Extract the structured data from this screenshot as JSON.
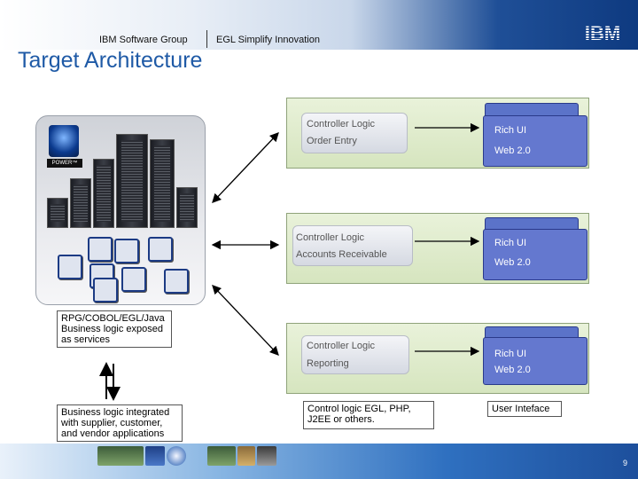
{
  "header": {
    "left_text": "IBM Software Group",
    "right_text": "EGL Simplify Innovation",
    "logo": "IBM"
  },
  "title": "Target Architecture",
  "server_panel": {
    "badge_text": "POWER™",
    "caption": "RPG/COBOL/EGL/Java Business logic exposed as services"
  },
  "business_box": "Business logic integrated with supplier, customer, and vendor applications",
  "rows": [
    {
      "controller_line1": "Controller Logic",
      "controller_line2": "Order Entry",
      "rich_line1": "Rich UI",
      "rich_line2": "Web 2.0"
    },
    {
      "controller_line1": "Controller Logic",
      "controller_line2": "Accounts Receivable",
      "rich_line1": "Rich UI",
      "rich_line2": "Web 2.0"
    },
    {
      "controller_line1": "Controller Logic",
      "controller_line2": "Reporting",
      "rich_line1": "Rich UI",
      "rich_line2": "Web 2.0"
    }
  ],
  "control_logic_box": "Control logic EGL, PHP, J2EE or others.",
  "user_interface_box": "User Inteface",
  "footer": {
    "page_number": "9"
  },
  "colors": {
    "title": "#1f5aa6",
    "rich_ui": "#6478cf",
    "group_bg": "#dde9c8",
    "footer": "#2f70c0"
  }
}
